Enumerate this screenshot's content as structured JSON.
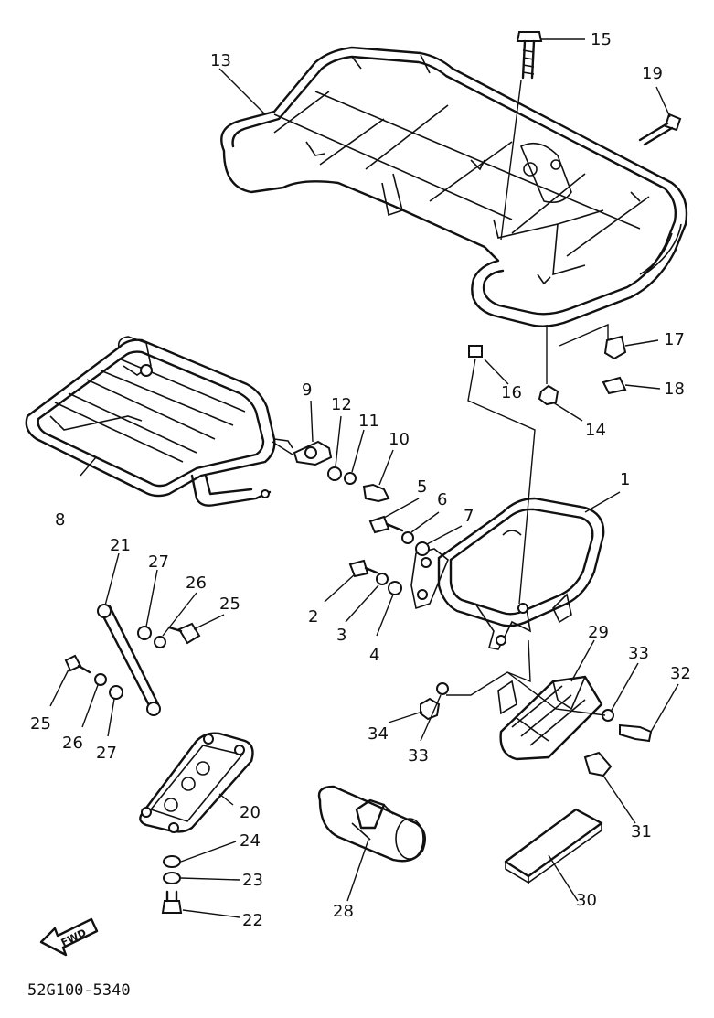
{
  "diagram": {
    "code": "52G100-5340",
    "fwd_label": "FWD",
    "callouts": [
      {
        "id": "c1",
        "text": "1"
      },
      {
        "id": "c2",
        "text": "2"
      },
      {
        "id": "c3",
        "text": "3"
      },
      {
        "id": "c4",
        "text": "4"
      },
      {
        "id": "c5",
        "text": "5"
      },
      {
        "id": "c6",
        "text": "6"
      },
      {
        "id": "c7",
        "text": "7"
      },
      {
        "id": "c8",
        "text": "8"
      },
      {
        "id": "c9",
        "text": "9"
      },
      {
        "id": "c10",
        "text": "10"
      },
      {
        "id": "c11",
        "text": "11"
      },
      {
        "id": "c12",
        "text": "12"
      },
      {
        "id": "c13",
        "text": "13"
      },
      {
        "id": "c14",
        "text": "14"
      },
      {
        "id": "c15",
        "text": "15"
      },
      {
        "id": "c16",
        "text": "16"
      },
      {
        "id": "c17",
        "text": "17"
      },
      {
        "id": "c18",
        "text": "18"
      },
      {
        "id": "c19",
        "text": "19"
      },
      {
        "id": "c20",
        "text": "20"
      },
      {
        "id": "c21",
        "text": "21"
      },
      {
        "id": "c22",
        "text": "22"
      },
      {
        "id": "c23",
        "text": "23"
      },
      {
        "id": "c24",
        "text": "24"
      },
      {
        "id": "c25a",
        "text": "25"
      },
      {
        "id": "c25b",
        "text": "25"
      },
      {
        "id": "c26a",
        "text": "26"
      },
      {
        "id": "c26b",
        "text": "26"
      },
      {
        "id": "c27a",
        "text": "27"
      },
      {
        "id": "c27b",
        "text": "27"
      },
      {
        "id": "c28",
        "text": "28"
      },
      {
        "id": "c29",
        "text": "29"
      },
      {
        "id": "c30",
        "text": "30"
      },
      {
        "id": "c31",
        "text": "31"
      },
      {
        "id": "c32",
        "text": "32"
      },
      {
        "id": "c33a",
        "text": "33"
      },
      {
        "id": "c33b",
        "text": "33"
      },
      {
        "id": "c34",
        "text": "34"
      }
    ]
  }
}
